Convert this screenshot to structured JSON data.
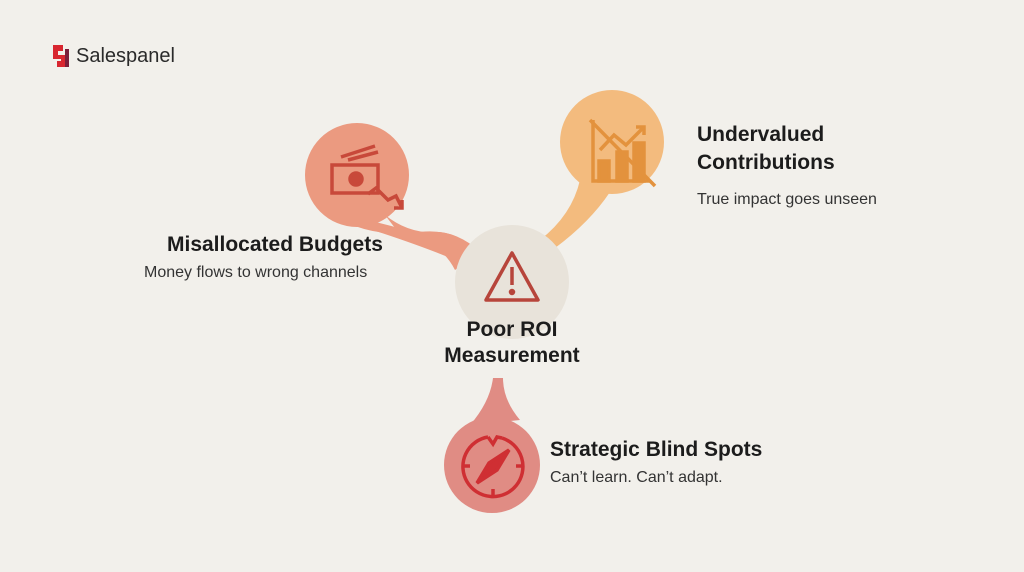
{
  "brand": {
    "name": "Salespanel",
    "color": "#d8262f"
  },
  "center": {
    "title_line1": "Poor ROI",
    "title_line2": "Measurement",
    "icon": "warning-triangle-icon",
    "color": "#e8e3da"
  },
  "nodes": [
    {
      "title": "Misallocated Budgets",
      "subtitle": "Money flows to wrong channels",
      "icon": "money-down-icon",
      "color": "#eb9a80"
    },
    {
      "title_line1": "Undervalued",
      "title_line2": "Contributions",
      "subtitle": "True impact goes unseen",
      "icon": "chart-crossed-icon",
      "color": "#f3bb7e"
    },
    {
      "title": "Strategic Blind Spots",
      "subtitle": "Can’t learn. Can’t adapt.",
      "icon": "broken-compass-icon",
      "color": "#e08c84"
    }
  ]
}
